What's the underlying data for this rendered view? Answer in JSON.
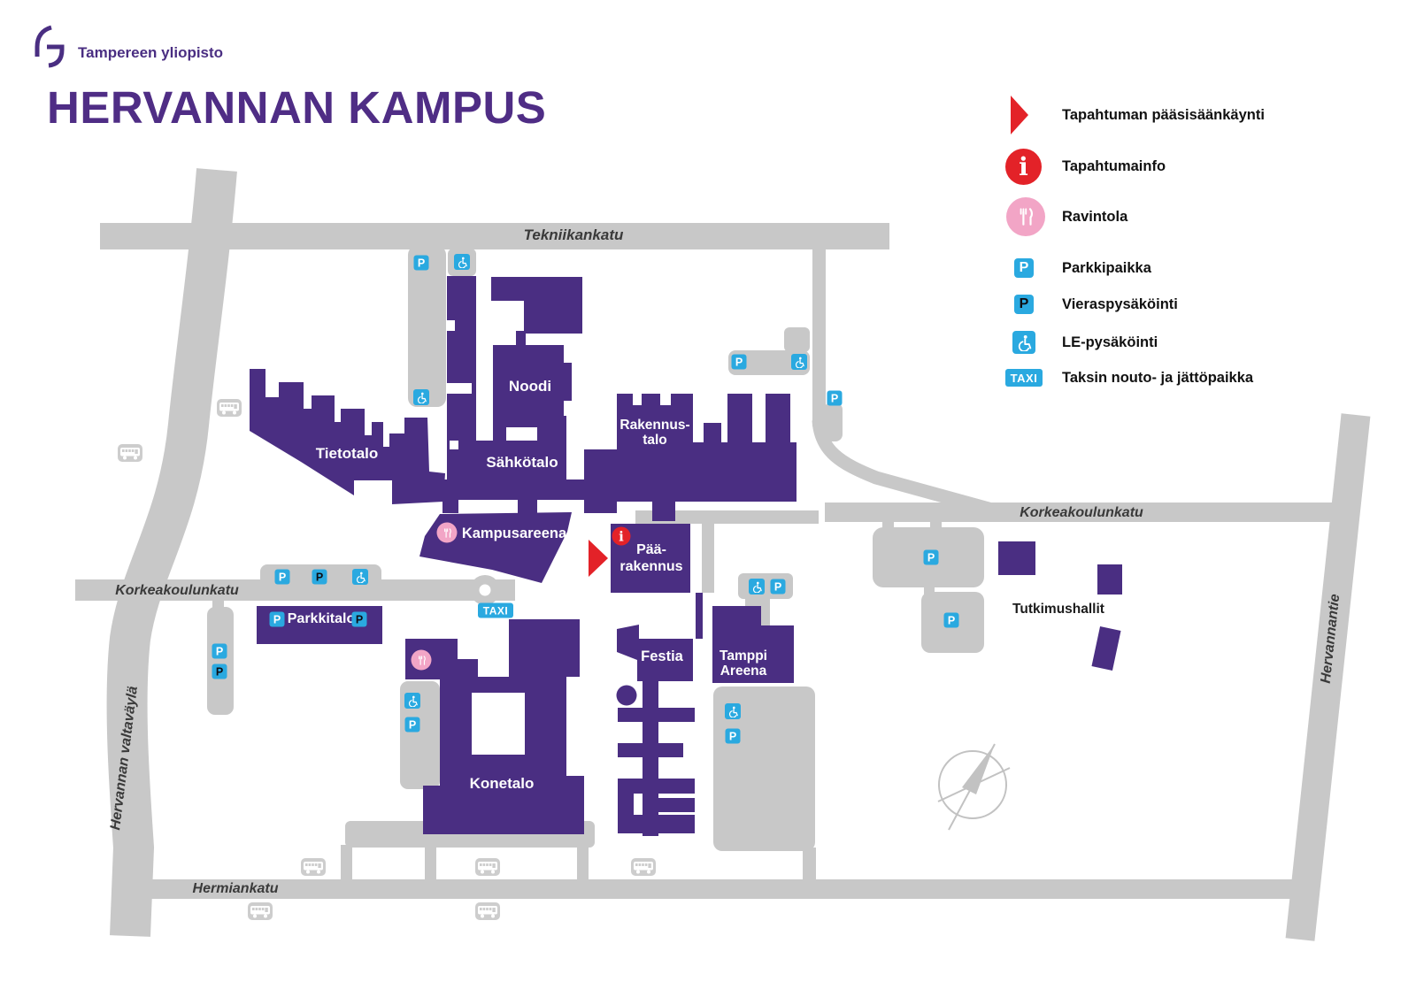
{
  "header": {
    "logo_text": "Tampereen yliopisto",
    "title": "HERVANNAN KAMPUS"
  },
  "legend": {
    "items": [
      {
        "icon": "entrance-arrow-icon",
        "label": "Tapahtuman pääsisäänkäynti"
      },
      {
        "icon": "info-icon",
        "label": "Tapahtumainfo"
      },
      {
        "icon": "restaurant-icon",
        "label": "Ravintola"
      },
      {
        "icon": "parking-icon",
        "label": "Parkkipaikka"
      },
      {
        "icon": "visitor-parking-icon",
        "label": "Vieraspysäköinti"
      },
      {
        "icon": "accessible-parking-icon",
        "label": "LE-pysäköinti"
      },
      {
        "icon": "taxi-icon",
        "label": "Taksin nouto- ja jättöpaikka"
      }
    ]
  },
  "map": {
    "streets": {
      "tekniikankatu": "Tekniikankatu",
      "korkeakoulunkatu": "Korkeakoulunkatu",
      "hermiankatu": "Hermiankatu",
      "hervannan_valtavayla": "Hervannan valtaväylä",
      "hervannantie": "Hervannantie"
    },
    "buildings": {
      "tietotalo": "Tietotalo",
      "noodi": "Noodi",
      "sahkotalo": "Sähkötalo",
      "rakennustalo_line1": "Rakennus-",
      "rakennustalo_line2": "talo",
      "kampusareena": "Kampusareena",
      "paarakennus_line1": "Pää-",
      "paarakennus_line2": "rakennus",
      "festia": "Festia",
      "tamppi_line1": "Tamppi",
      "tamppi_line2": "Areena",
      "konetalo": "Konetalo",
      "parkkitalo": "Parkkitalo",
      "tutkimushallit": "Tutkimushallit"
    },
    "badges": {
      "parking": "P",
      "taxi": "TAXI",
      "info": "i"
    }
  },
  "colors": {
    "building_purple": "#4A2E82",
    "title_purple": "#4F2D85",
    "road_gray": "#C8C8C8",
    "parking_blue": "#2AA9E0",
    "event_red": "#E32228",
    "restaurant_pink": "#F2A5C6"
  }
}
